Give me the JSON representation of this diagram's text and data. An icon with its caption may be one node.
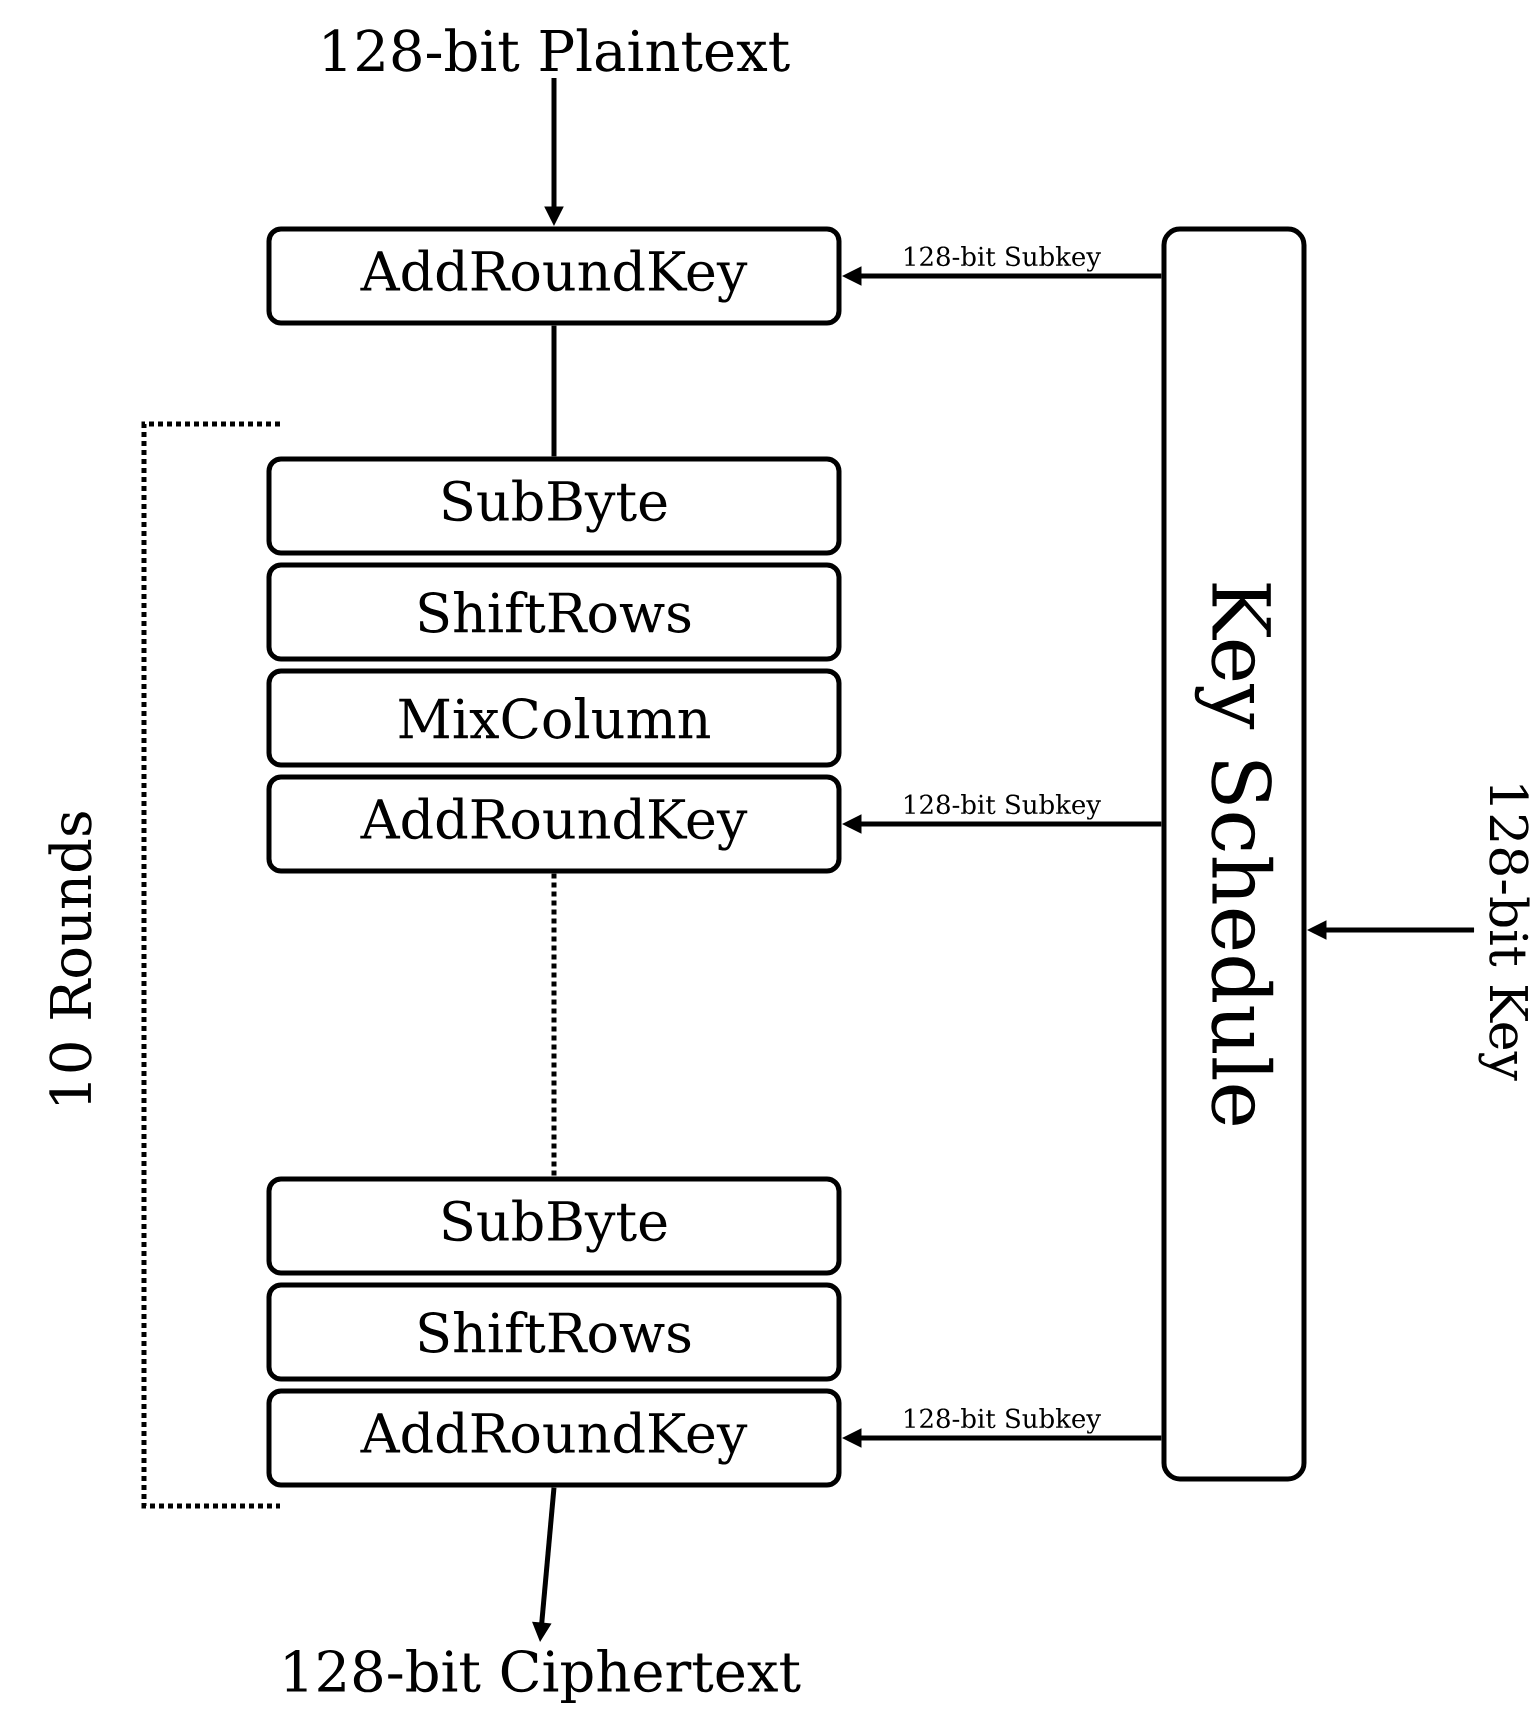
{
  "diagram": {
    "nodes": [
      {
        "text": [
          "128-bit Plaintext"
        ]
      },
      {
        "text": [
          "AddRoundKey"
        ]
      },
      {
        "text": [
          "SubByte"
        ]
      },
      {
        "text": [
          "ShiftRows"
        ]
      },
      {
        "text": [
          "MixColumn"
        ]
      },
      {
        "text": [
          "AddRoundKey"
        ]
      },
      {
        "text": [
          "SubByte"
        ]
      },
      {
        "text": [
          "ShiftRows"
        ]
      },
      {
        "text": [
          "AddRoundKey"
        ]
      },
      {
        "text": [
          "128-bit Ciphertext"
        ]
      },
      {
        "text": [
          "Key Schedule"
        ]
      },
      {
        "text": [
          "128-bit Key"
        ]
      }
    ],
    "edges": [
      {
        "from": 0,
        "to": 1,
        "arrow": "to"
      },
      {
        "from": 1,
        "to": 2,
        "arrow": "none"
      },
      {
        "from": 5,
        "to": 6,
        "arrow": "none",
        "style": "dashed"
      },
      {
        "from": 8,
        "to": 9,
        "arrow": "to"
      },
      {
        "from": 10,
        "to": 1,
        "arrow": "to",
        "label": "128-bit Subkey"
      },
      {
        "from": 10,
        "to": 5,
        "arrow": "to",
        "label": "128-bit Subkey"
      },
      {
        "from": 10,
        "to": 8,
        "arrow": "to",
        "label": "128-bit Subkey"
      },
      {
        "from": 11,
        "to": 10,
        "arrow": "to"
      }
    ],
    "labels": [
      "10 Rounds"
    ]
  }
}
